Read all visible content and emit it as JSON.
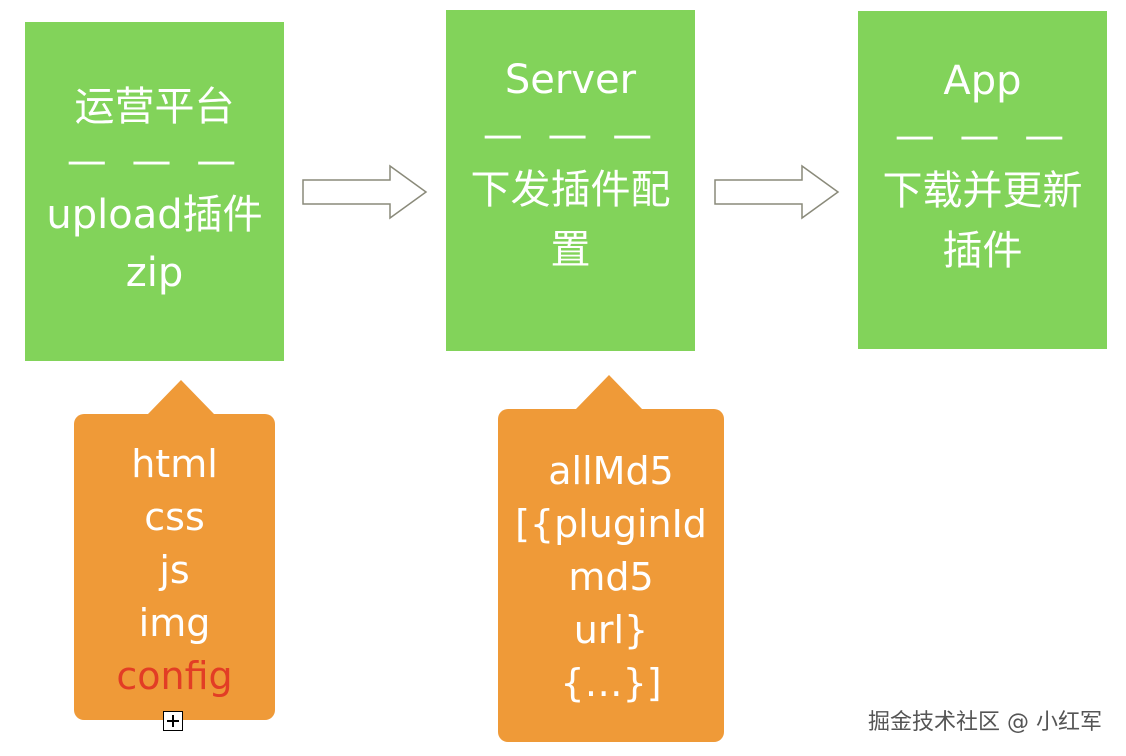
{
  "boxes": [
    {
      "lines": [
        "运营平台",
        "— — —",
        "upload插件",
        "zip"
      ]
    },
    {
      "lines": [
        "Server",
        "— — —",
        "下发插件配",
        "置"
      ]
    },
    {
      "lines": [
        "App",
        "— — —",
        "下载并更新",
        "插件"
      ]
    }
  ],
  "callouts": [
    {
      "items": [
        "html",
        "css",
        "js",
        "img",
        "config"
      ]
    },
    {
      "items": [
        "allMd5",
        "[{pluginId",
        "md5",
        "url}",
        "{…}]"
      ]
    }
  ],
  "colors": {
    "box": "#82d35a",
    "callout": "#ef9a38",
    "highlight": "#e23d25",
    "arrow_stroke": "#8a8a7a"
  },
  "watermark": "掘金技术社区 @ 小红军"
}
